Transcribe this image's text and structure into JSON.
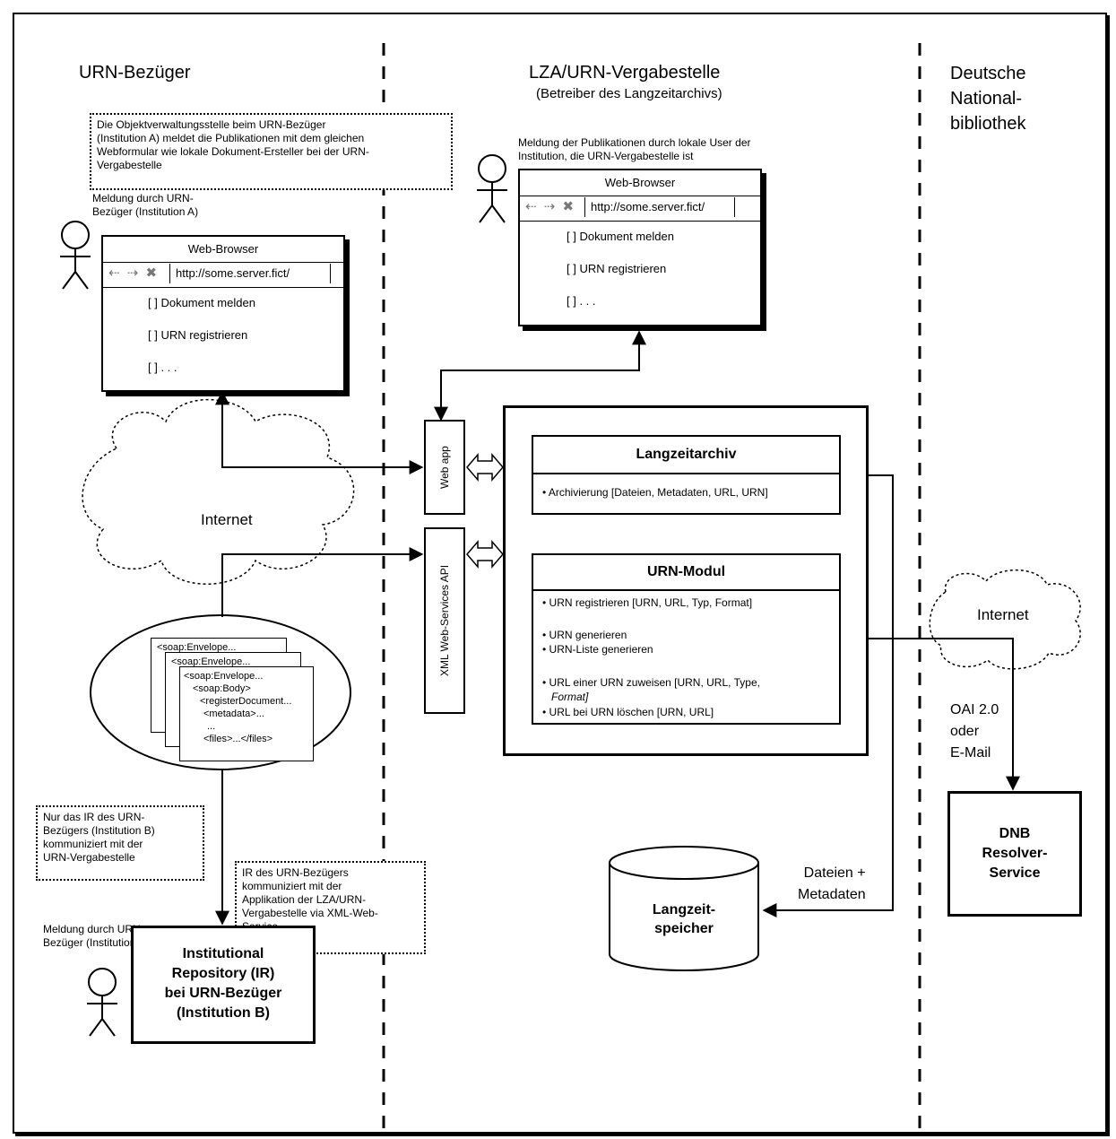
{
  "columns": {
    "left_title": "URN-Bezüger",
    "middle_title": "LZA/URN-Vergabestelle",
    "middle_subtitle": "(Betreiber des Langzeitarchivs)",
    "right_title_lines": [
      "Deutsche",
      "National-",
      "bibliothek"
    ]
  },
  "notes": {
    "objektverwaltung": [
      "Die Objektverwaltungsstelle beim URN-Bezüger",
      "(Institution A) meldet die Publikationen mit dem gleichen",
      "Webformular wie lokale Dokument-Ersteller bei der URN-",
      "Vergabestelle"
    ],
    "lokale_user": [
      "Meldung der Publikationen durch lokale User der",
      "Institution, die URN-Vergabestelle ist"
    ],
    "meldung_a": [
      "Meldung durch URN-",
      "Bezüger (Institution A)"
    ],
    "nur_ir": [
      "Nur das IR des URN-",
      "Bezügers (Institution B)",
      "kommuniziert mit der",
      "URN-Vergabestelle"
    ],
    "ir_kommuniziert": [
      "IR des URN-Bezügers",
      "kommuniziert mit der",
      "Applikation der LZA/URN-",
      "Vergabestelle via XML-Web-",
      "Service"
    ],
    "meldung_b": [
      "Meldung durch URN-",
      "Bezüger (Institution B)"
    ]
  },
  "browser_left": {
    "title": "Web-Browser",
    "url": "http://some.server.fict/",
    "options": [
      "[   ] Dokument melden",
      "[   ] URN registrieren",
      "[   ] . . ."
    ]
  },
  "browser_right": {
    "title": "Web-Browser",
    "url": "http://some.server.fict/",
    "options": [
      "[   ] Dokument melden",
      "[   ] URN registrieren",
      "[   ] . . ."
    ]
  },
  "internet_left": "Internet",
  "internet_right": "Internet",
  "web_app": "Web app",
  "xml_api": "XML Web-Services API",
  "langzeitarchiv": {
    "title": "Langzeitarchiv",
    "item": "• Archivierung [Dateien, Metadaten, URL, URN]"
  },
  "urn_modul": {
    "title": "URN-Modul",
    "items": [
      "• URN registrieren    [URN, URL, Typ, Format]",
      "• URN generieren",
      "• URN-Liste generieren",
      "• URL einer URN zuweisen [URN, URL, Type,",
      "Format]",
      "• URL bei URN löschen [URN, URL]"
    ]
  },
  "soap_docs": {
    "back1": "<soap:Envelope...",
    "back2": "<soap:Envelope...",
    "front": [
      "<soap:Envelope...",
      "<soap:Body>",
      "<registerDocument...",
      "<metadata>...",
      "...",
      "<files>...</files>"
    ]
  },
  "ir_box": [
    "Institutional",
    "Repository (IR)",
    "bei URN-Bezüger",
    "(Institution B)"
  ],
  "storage": [
    "Langzeit-",
    "speicher"
  ],
  "dateien_label": [
    "Dateien +",
    "Metadaten"
  ],
  "oai_label": [
    "OAI 2.0",
    "oder",
    "E-Mail"
  ],
  "dnb_box": [
    "DNB",
    "Resolver-",
    "Service"
  ]
}
